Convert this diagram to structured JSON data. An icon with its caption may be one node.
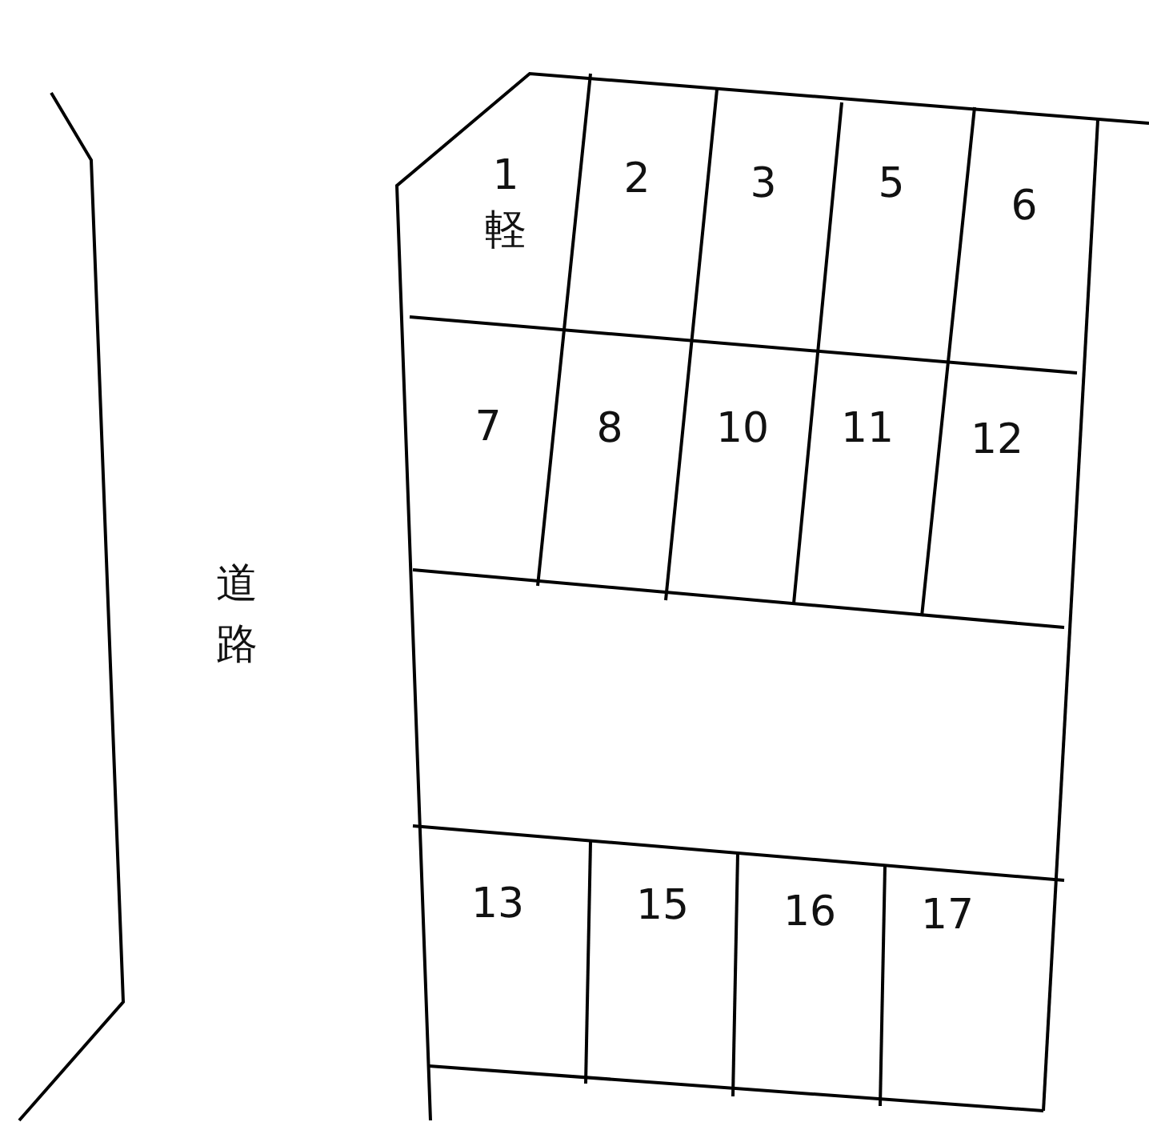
{
  "diagram": {
    "nodes": [
      {
        "text": [
          "1",
          "軽"
        ]
      },
      {
        "text": [
          "2"
        ]
      },
      {
        "text": [
          "3"
        ]
      },
      {
        "text": [
          "5"
        ]
      },
      {
        "text": [
          "6"
        ]
      },
      {
        "text": [
          "7"
        ]
      },
      {
        "text": [
          "8"
        ]
      },
      {
        "text": [
          "10"
        ]
      },
      {
        "text": [
          "11"
        ]
      },
      {
        "text": [
          "12"
        ]
      },
      {
        "text": [
          "13"
        ]
      },
      {
        "text": [
          "15"
        ]
      },
      {
        "text": [
          "16"
        ]
      },
      {
        "text": [
          "17"
        ]
      }
    ],
    "labels": [
      "道路"
    ]
  }
}
